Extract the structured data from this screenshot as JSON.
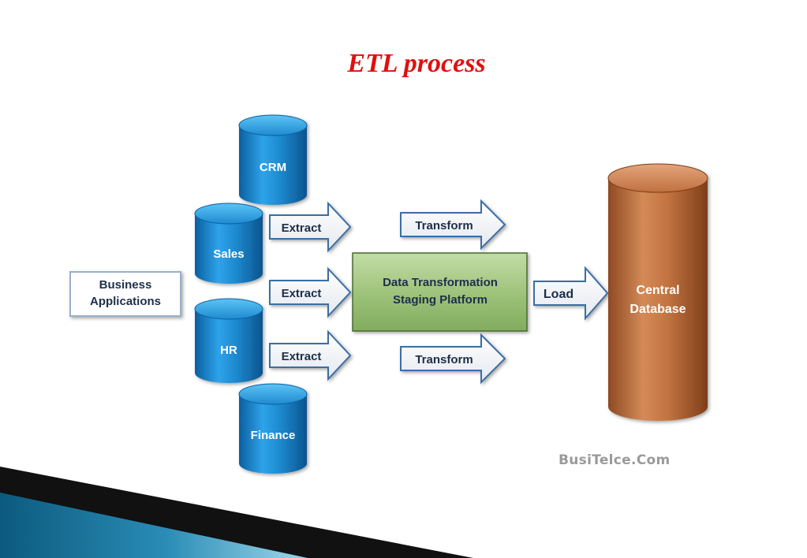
{
  "title": "ETL process",
  "business_applications": [
    "Business",
    "Applications"
  ],
  "sources": [
    "CRM",
    "Sales",
    "HR",
    "Finance"
  ],
  "extract_label": "Extract",
  "transform_label": "Transform",
  "staging": [
    "Data Transformation",
    "Staging Platform"
  ],
  "load_label": "Load",
  "central_database": [
    "Central",
    "Database"
  ],
  "watermark": "BusiTelce.Com",
  "colors": {
    "title": "#e01010",
    "source_db": "#1a8ed4",
    "central_db": "#c87844",
    "staging_box": "#9cc27a"
  }
}
